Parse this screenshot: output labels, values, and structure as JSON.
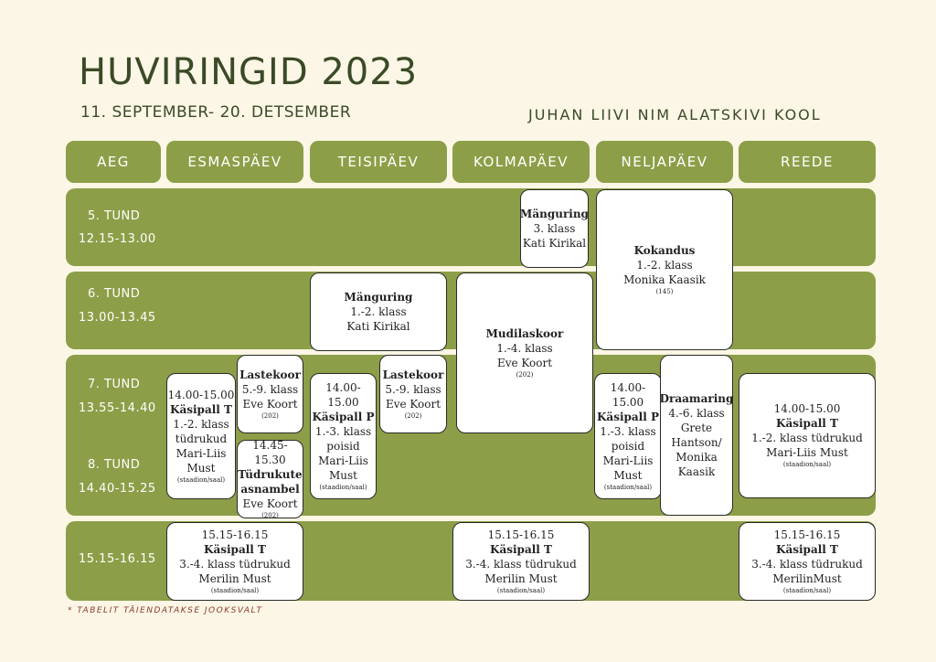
{
  "header": {
    "title": "HUVIRINGID 2023",
    "subtitle": "11. SEPTEMBER- 20. DETSEMBER",
    "school": "JUHAN LIIVI NIM ALATSKIVI KOOL"
  },
  "columns": [
    "AEG",
    "ESMASPÄEV",
    "TEISIPÄEV",
    "KOLMAPÄEV",
    "NELJAPÄEV",
    "REEDE"
  ],
  "rows": [
    {
      "label": "5. TUND",
      "time": "12.15-13.00"
    },
    {
      "label": "6. TUND",
      "time": "13.00-13.45"
    },
    {
      "label": "7. TUND",
      "time": "13.55-14.40"
    },
    {
      "label": "8. TUND",
      "time": "14.40-15.25"
    },
    {
      "label": "",
      "time": "15.15-16.15"
    }
  ],
  "cards": {
    "wed_manguring": {
      "title": "Mänguring",
      "l1": "3. klass",
      "l2": "Kati Kirikal"
    },
    "thu_kokandus": {
      "title": "Kokandus",
      "l1": "1.-2. klass",
      "l2": "Monika Kaasik",
      "room": "(145)"
    },
    "tue_manguring": {
      "title": "Mänguring",
      "l1": "1.-2. klass",
      "l2": "Kati Kirikal"
    },
    "wed_mudilaskoor": {
      "title": "Mudilaskoor",
      "l1": "1.-4. klass",
      "l2": "Eve Koort",
      "room": "(202)"
    },
    "mon_kasipall": {
      "time": "14.00-15.00",
      "title": "Käsipall T",
      "l1": "1.-2. klass",
      "l2": "tüdrukud",
      "l3": "Mari-Liis",
      "l4": "Must",
      "room": "(staadion/saal)"
    },
    "mon_lastekoor": {
      "title": "Lastekoor",
      "l1": "5.-9. klass",
      "l2": "Eve Koort",
      "room": "(202)"
    },
    "mon_tudrukute": {
      "time": "14.45-15.30",
      "title": "Tüdrukute",
      "title2": "asnambel",
      "l1": "Eve Koort",
      "room": "(202)"
    },
    "tue_kasipall": {
      "time": "14.00-15.00",
      "title": "Käsipall P",
      "l1": "1.-3. klass",
      "l2": "poisid",
      "l3": "Mari-Liis",
      "l4": "Must",
      "room": "(staadion/saal)"
    },
    "tue_lastekoor": {
      "title": "Lastekoor",
      "l1": "5.-9. klass",
      "l2": "Eve Koort",
      "room": "(202)"
    },
    "thu_kasipall": {
      "time": "14.00-15.00",
      "title": "Käsipall P",
      "l1": "1.-3. klass",
      "l2": "poisid",
      "l3": "Mari-Liis",
      "l4": "Must",
      "room": "(staadion/saal)"
    },
    "thu_draamaring": {
      "title": "Draamaring",
      "l1": "4.-6. klass",
      "l2": "Grete",
      "l3": "Hantson/",
      "l4": "Monika",
      "l5": "Kaasik"
    },
    "fri_kasipall": {
      "time": "14.00-15.00",
      "title": "Käsipall T",
      "l1": "1.-2. klass tüdrukud",
      "l2": "Mari-Liis Must",
      "room": "(staadion/saal)"
    },
    "mon_kasipall2": {
      "time": "15.15-16.15",
      "title": "Käsipall T",
      "l1": "3.-4. klass tüdrukud",
      "l2": "Merilin Must",
      "room": "(staadion/saal)"
    },
    "wed_kasipall2": {
      "time": "15.15-16.15",
      "title": "Käsipall T",
      "l1": "3.-4. klass tüdrukud",
      "l2": "Merilin Must",
      "room": "(staadion/saal)"
    },
    "fri_kasipall2": {
      "time": "15.15-16.15",
      "title": "Käsipall T",
      "l1": "3.-4. klass tüdrukud",
      "l2": "MerilinMust",
      "room": "(staadion/saal)"
    }
  },
  "footnote": "* TABELIT TÄIENDATAKSE JOOKSVALT",
  "colors": {
    "green": "#8c9f48",
    "background": "#fbf6e6",
    "title": "#3b4a26"
  }
}
